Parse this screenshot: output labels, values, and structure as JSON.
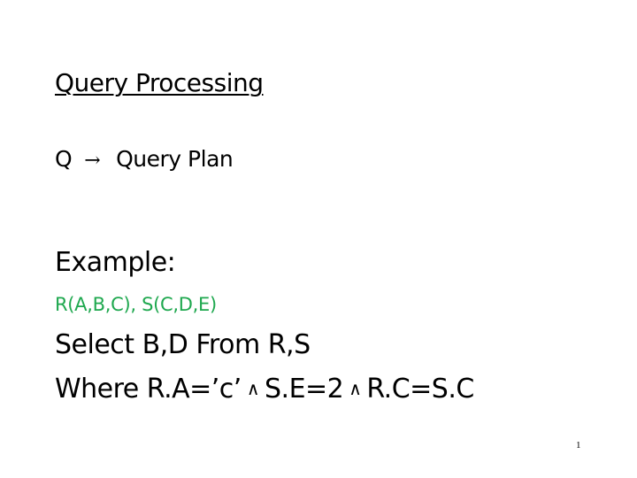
{
  "slide": {
    "title": "Query Processing",
    "query_line": {
      "left": "Q",
      "arrow": "→",
      "right": "Query Plan"
    },
    "example_label": "Example:",
    "schema": "R(A,B,C), S(C,D,E)",
    "select_line": "Select B,D From R,S",
    "where_line": {
      "part1": "Where R.A=’c’",
      "and1": "∧",
      "part2": "S.E=2",
      "and2": "∧",
      "part3": "R.C=S.C"
    },
    "page_number": "1"
  },
  "colors": {
    "text": "#000000",
    "schema": "#1fa84f",
    "background": "#ffffff"
  }
}
